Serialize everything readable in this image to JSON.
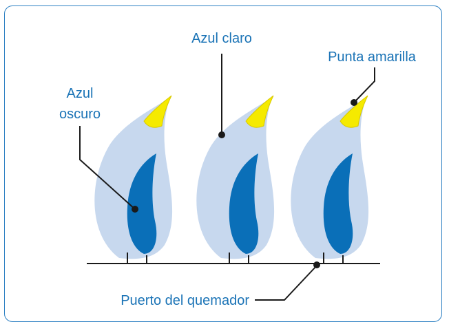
{
  "labels": {
    "dark_blue_line1": "Azul",
    "dark_blue_line2": "oscuro",
    "light_blue": "Azul claro",
    "yellow_tip": "Punta amarilla",
    "burner_port": "Puerto del quemador"
  },
  "colors": {
    "frame": "#2b7fc2",
    "label_text": "#1a73b6",
    "outer_flame": "#c7d8ee",
    "inner_flame": "#0a6fb8",
    "tip": "#f5ea00",
    "tip_outline": "#d8c800",
    "lines": "#1a1a1a"
  }
}
